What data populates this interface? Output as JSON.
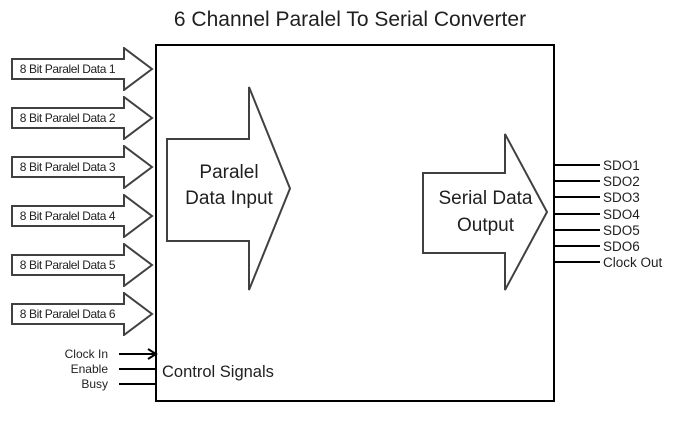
{
  "title": "6 Channel Paralel To Serial Converter",
  "inputs": [
    {
      "label": "8 Bit Paralel Data 1"
    },
    {
      "label": "8 Bit Paralel Data 2"
    },
    {
      "label": "8 Bit Paralel Data 3"
    },
    {
      "label": "8 Bit Paralel Data 4"
    },
    {
      "label": "8 Bit Paralel Data 5"
    },
    {
      "label": "8 Bit Paralel Data 6"
    }
  ],
  "converter": {
    "input_arrow": {
      "line1": "Paralel",
      "line2": "Data Input"
    },
    "output_arrow": {
      "line1": "Serial Data",
      "line2": "Output"
    },
    "control_label": "Control Signals"
  },
  "outputs": [
    {
      "label": "SDO1"
    },
    {
      "label": "SDO2"
    },
    {
      "label": "SDO3"
    },
    {
      "label": "SDO4"
    },
    {
      "label": "SDO5"
    },
    {
      "label": "SDO6"
    },
    {
      "label": "Clock Out"
    }
  ],
  "control_inputs": [
    {
      "label": "Clock In"
    },
    {
      "label": "Enable"
    },
    {
      "label": "Busy"
    }
  ],
  "colors": {
    "shape_outline": "#404040",
    "line": "#000000",
    "text": "#1f1f1f"
  }
}
